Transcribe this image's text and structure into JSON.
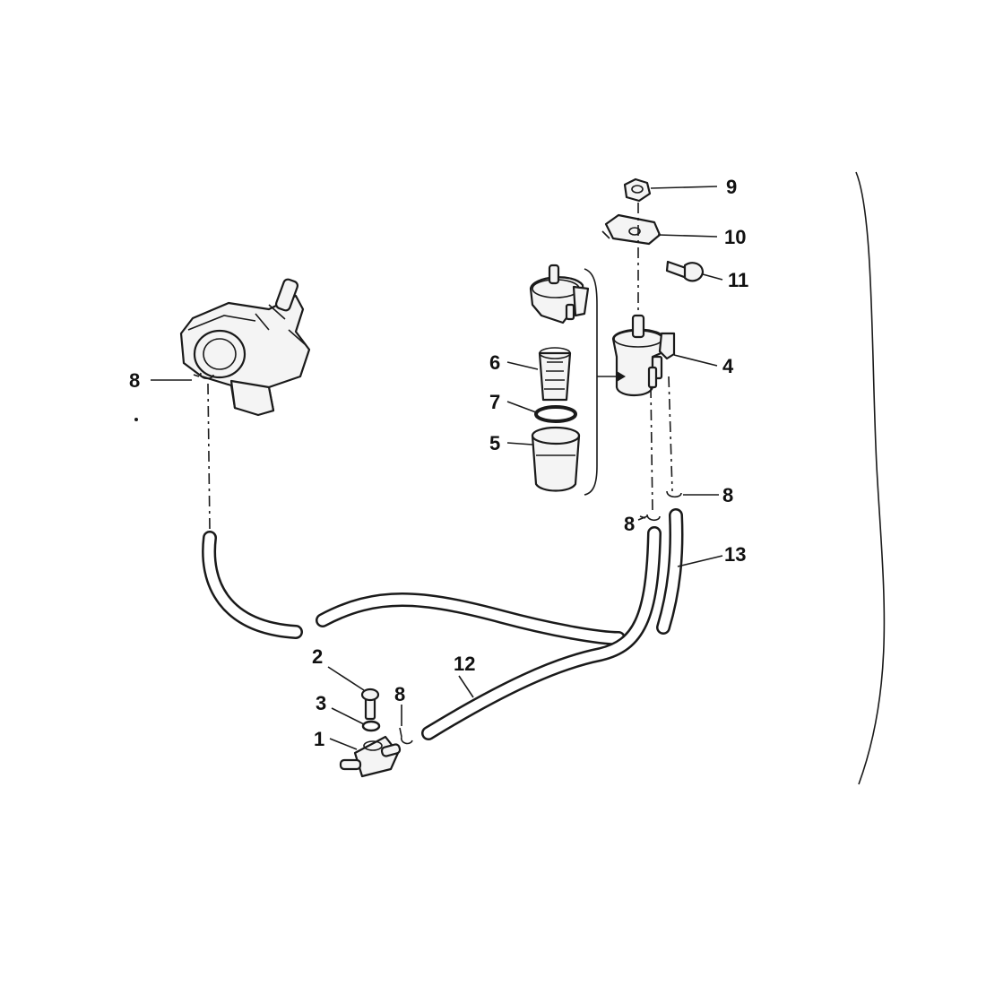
{
  "callouts": {
    "c1": "1",
    "c2": "2",
    "c3": "3",
    "c4": "4",
    "c5": "5",
    "c6": "6",
    "c7": "7",
    "c8a": "8",
    "c8b": "8",
    "c8c": "8",
    "c8d": "8",
    "c9": "9",
    "c10": "10",
    "c11": "11",
    "c12": "12",
    "c13": "13"
  }
}
